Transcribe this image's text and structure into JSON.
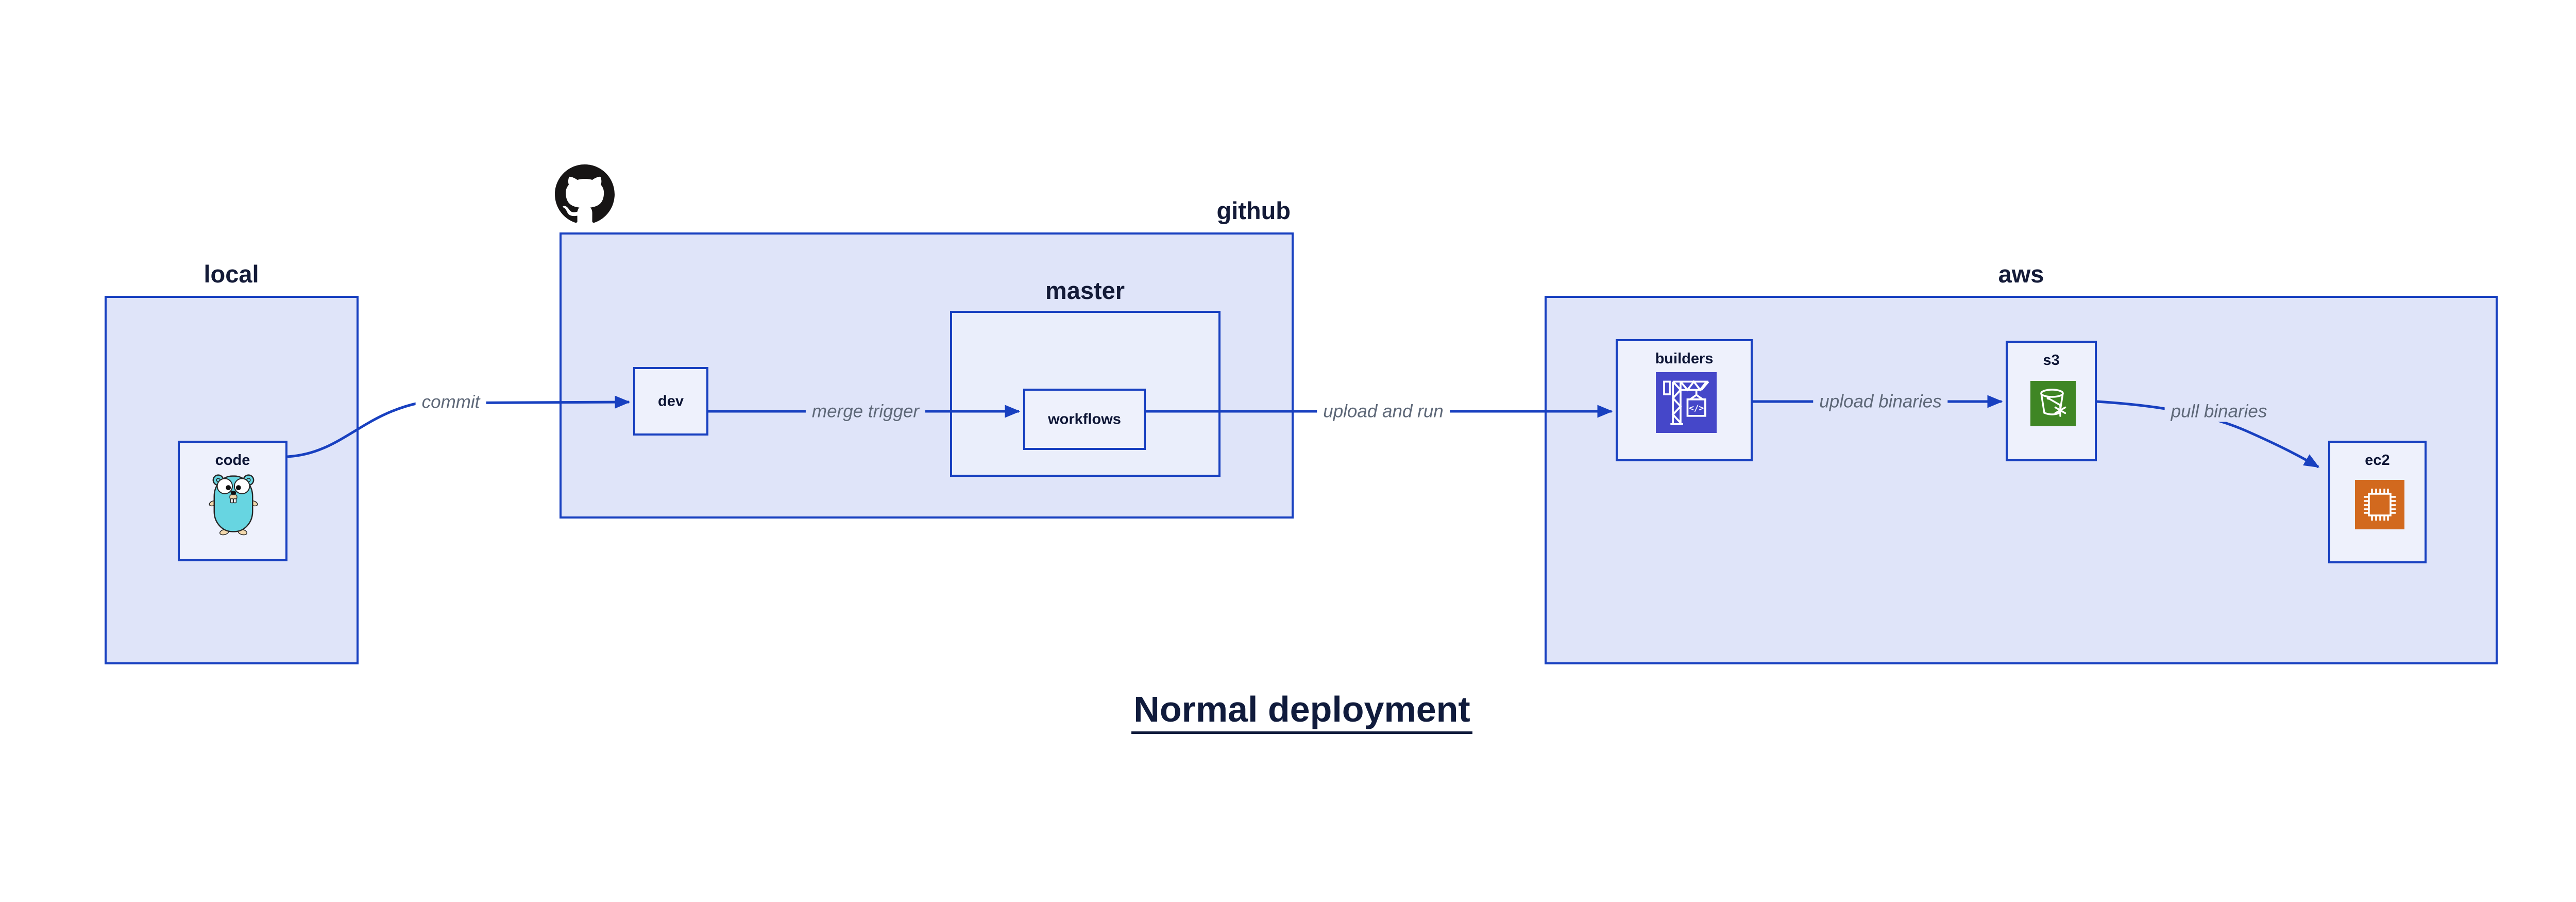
{
  "diagram": {
    "title": "Normal deployment"
  },
  "groups": {
    "local": {
      "label": "local"
    },
    "github": {
      "label": "github"
    },
    "master": {
      "label": "master"
    },
    "aws": {
      "label": "aws"
    }
  },
  "nodes": {
    "code": {
      "label": "code",
      "icon": "go-gopher-icon"
    },
    "dev": {
      "label": "dev"
    },
    "workflows": {
      "label": "workflows"
    },
    "builders": {
      "label": "builders",
      "icon": "codebuild-crane-icon",
      "icon_color": "#4547c9"
    },
    "s3": {
      "label": "s3",
      "icon": "s3-bucket-icon",
      "icon_color": "#3f8624"
    },
    "ec2": {
      "label": "ec2",
      "icon": "ec2-chip-icon",
      "icon_color": "#d2691e"
    }
  },
  "edges": [
    {
      "from": "code",
      "to": "dev",
      "label": "commit"
    },
    {
      "from": "dev",
      "to": "workflows",
      "label": "merge trigger"
    },
    {
      "from": "workflows",
      "to": "builders",
      "label": "upload and run"
    },
    {
      "from": "builders",
      "to": "s3",
      "label": "upload binaries"
    },
    {
      "from": "s3",
      "to": "ec2",
      "label": "pull binaries"
    }
  ],
  "colors": {
    "box_border": "#1840c0",
    "edge_line": "#1840c0",
    "group_fill": "#dfe4f9",
    "subgroup_fill": "#eaeefb",
    "node_fill": "#eef1fc",
    "label_text": "#141b38",
    "node_label_text": "#0d1535",
    "edge_label_text": "#5e6878",
    "github_logo_black": "#171515",
    "codebuild_indigo": "#4547c9",
    "s3_green": "#3f8624",
    "ec2_orange": "#d2691e",
    "gopher_teal": "#67d5e1"
  }
}
